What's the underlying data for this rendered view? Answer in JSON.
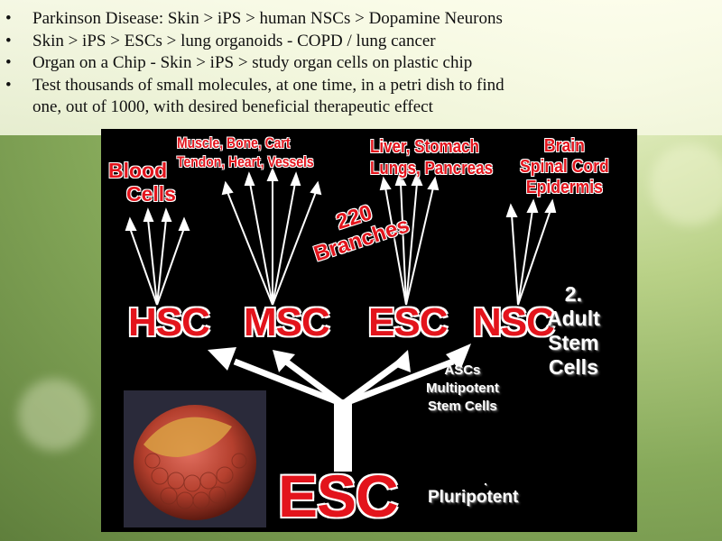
{
  "bullets": [
    "Parkinson Disease:  Skin > iPS > human NSCs > Dopamine Neurons",
    "Skin > iPS > ESCs > lung organoids  -  COPD / lung cancer",
    "Organ on a Chip  -  Skin > iPS > study organ cells on plastic chip",
    "Test thousands of small molecules, at one time, in a petri dish to find",
    "one, out of 1000, with desired beneficial therapeutic effect"
  ],
  "bullet_symbol": "•",
  "diagram": {
    "root": "ESC",
    "root_label": "Pluripotent",
    "branches_label": [
      "220",
      "Branches"
    ],
    "adult_label": [
      "2.",
      "Adult",
      "Stem",
      "Cells"
    ],
    "asc_label": [
      "ASCs",
      "Multipotent",
      "Stem Cells"
    ],
    "nodes": [
      {
        "name": "HSC",
        "targets": [
          "Blood",
          "Cells"
        ]
      },
      {
        "name": "MSC",
        "targets": [
          "Muscle, Bone, Cart",
          "Tendon, Heart, Vessels"
        ]
      },
      {
        "name": "ESC",
        "targets": [
          "Liver, Stomach",
          "Lungs, Pancreas"
        ]
      },
      {
        "name": "NSC",
        "targets": [
          "Brain",
          "Spinal Cord",
          "Epidermis"
        ]
      }
    ]
  },
  "colors": {
    "label_red": "#e3141c",
    "arrow": "#ffffff",
    "diagram_bg": "#000000"
  }
}
